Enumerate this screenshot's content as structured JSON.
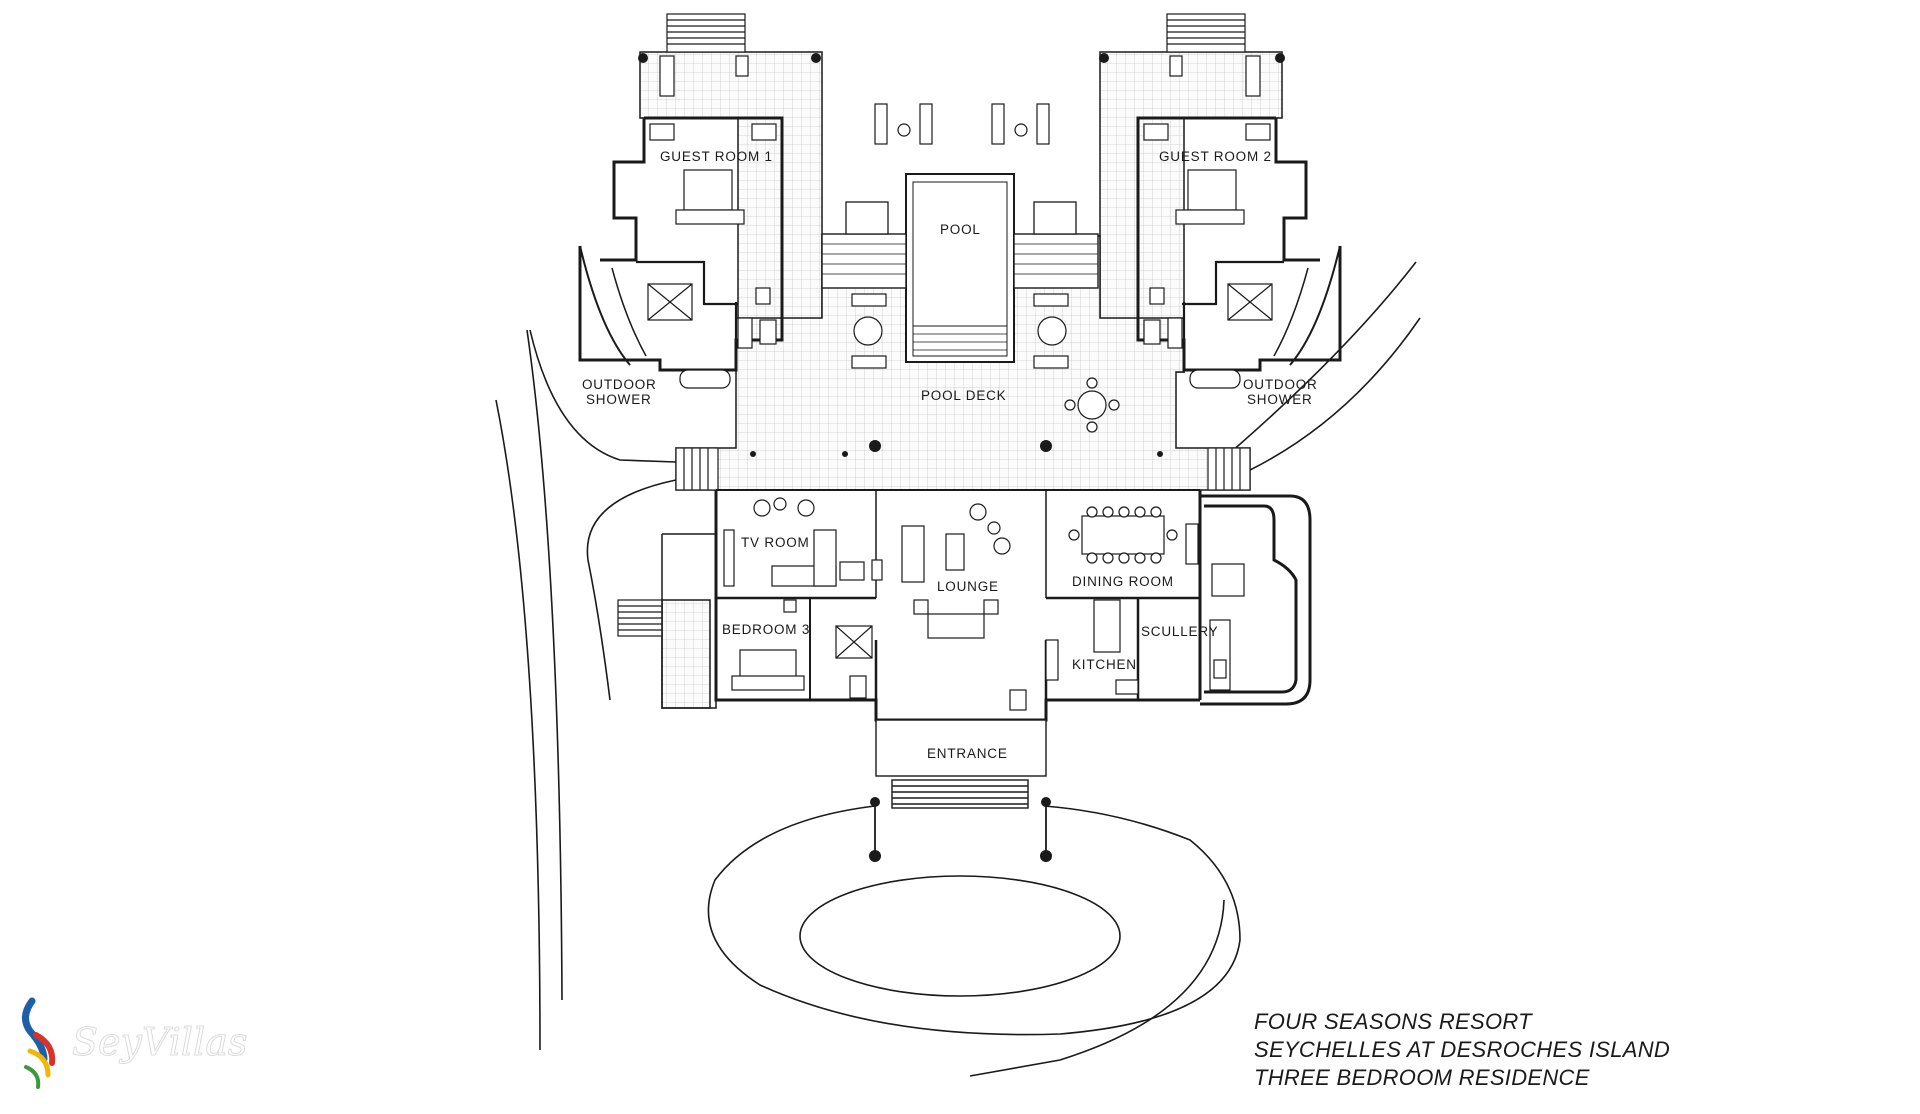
{
  "plan": {
    "rooms": {
      "guest_room_1": "GUEST ROOM 1",
      "guest_room_2": "GUEST ROOM 2",
      "pool": "POOL",
      "pool_deck": "POOL DECK",
      "outdoor_shower_left": [
        "OUTDOOR",
        "SHOWER"
      ],
      "outdoor_shower_right": [
        "OUTDOOR",
        "SHOWER"
      ],
      "tv_room": "TV ROOM",
      "lounge": "LOUNGE",
      "dining_room": "DINING ROOM",
      "bedroom_3": "BEDROOM 3",
      "scullery": "SCULLERY",
      "kitchen": "KITCHEN",
      "entrance": "ENTRANCE"
    },
    "caption": [
      "FOUR SEASONS RESORT",
      "SEYCHELLES AT DESROCHES ISLAND",
      "THREE BEDROOM RESIDENCE"
    ]
  },
  "watermark": {
    "brand": "SeyVillas"
  },
  "colors": {
    "ink": "#1a1a1a",
    "tile": "#c9c9c9",
    "logo_blue": "#1f5fa8",
    "logo_red": "#d9322a",
    "logo_yellow": "#f2b705",
    "logo_green": "#3a9a3a"
  }
}
